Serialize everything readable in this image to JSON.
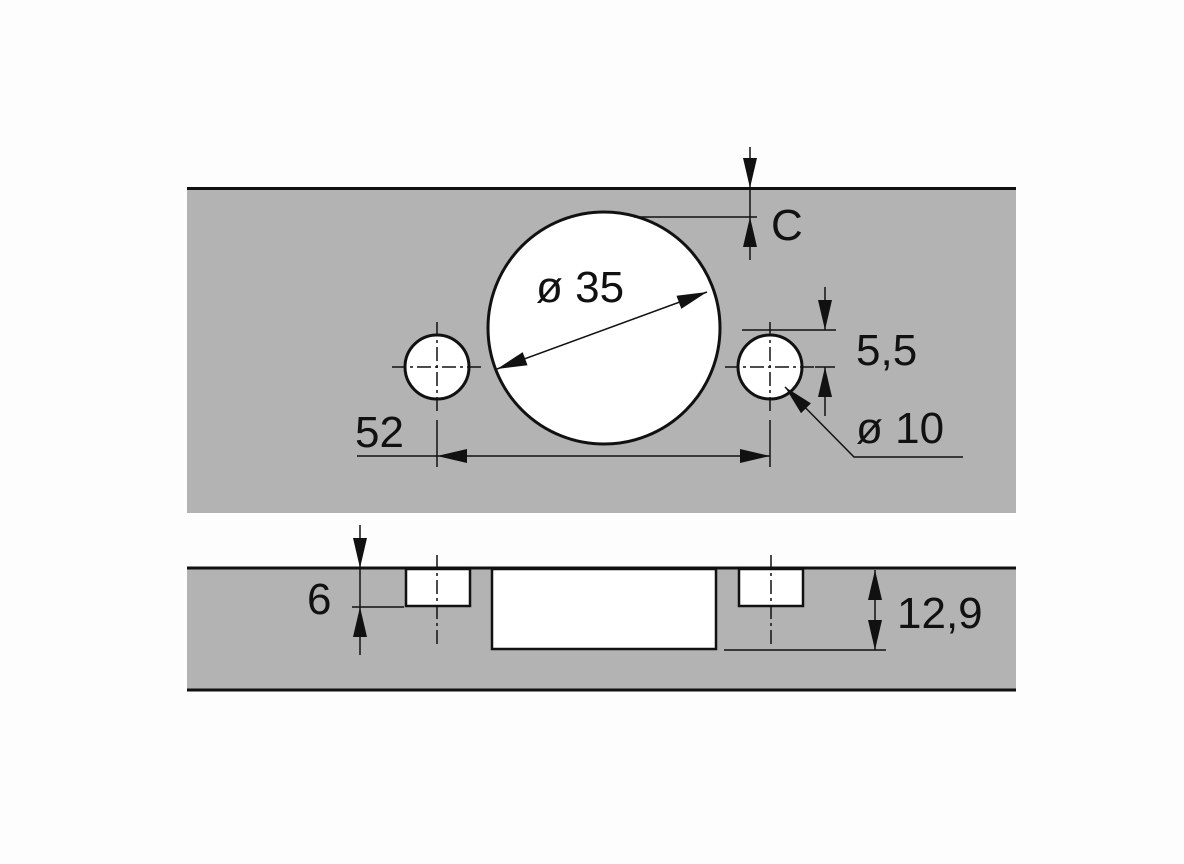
{
  "diagram": {
    "type": "technical-drawing",
    "subject": "concealed hinge cup drilling pattern",
    "colors": {
      "plate": "#b3b3b3",
      "hole": "#ffffff",
      "line": "#111111",
      "background": "#fdfdfd"
    },
    "top_view": {
      "labels": {
        "edge_distance": "C",
        "cup_diameter": "ø 35",
        "hole_offset": "5,5",
        "hole_spacing": "52",
        "hole_diameter": "ø 10"
      }
    },
    "side_view": {
      "labels": {
        "screw_hole_depth": "6",
        "cup_depth": "12,9"
      }
    }
  }
}
